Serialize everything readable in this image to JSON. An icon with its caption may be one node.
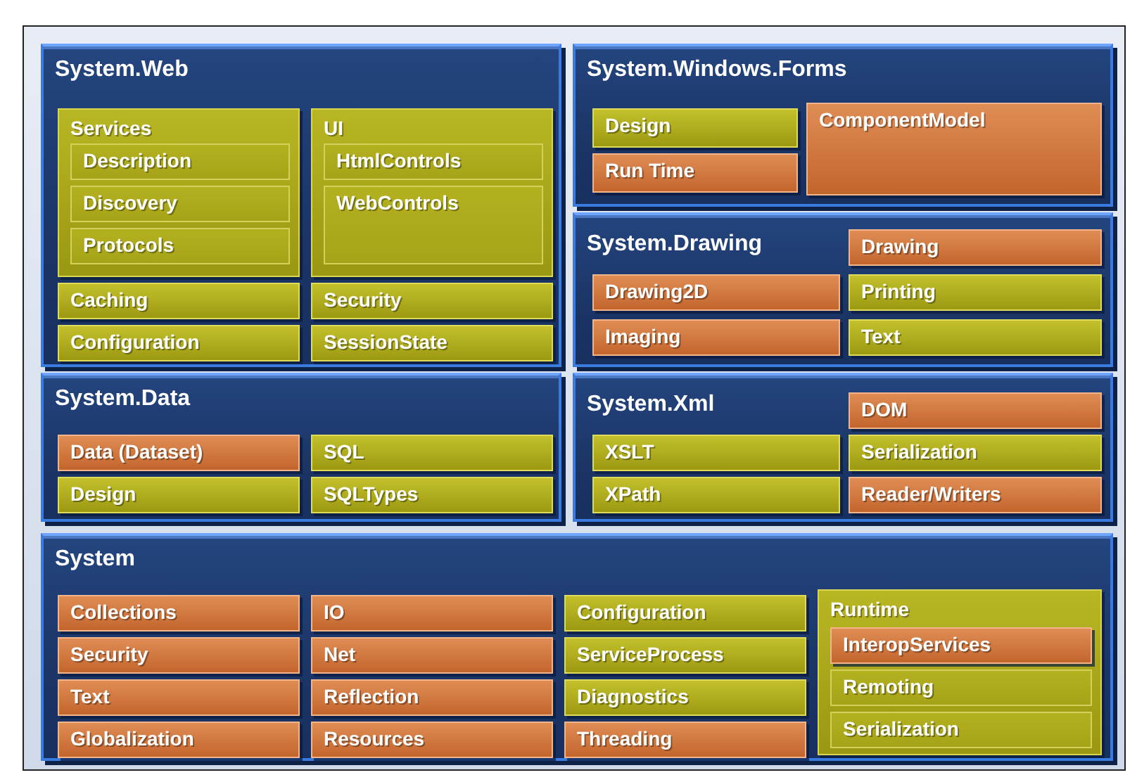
{
  "diagram": {
    "nodes": [
      {
        "text": [
          "System.Web"
        ]
      },
      {
        "text": [
          "Services"
        ],
        "in": 0
      },
      {
        "text": [
          "Description"
        ],
        "in": 1
      },
      {
        "text": [
          "Discovery"
        ],
        "in": 1
      },
      {
        "text": [
          "Protocols"
        ],
        "in": 1
      },
      {
        "text": [
          "UI"
        ],
        "in": 0
      },
      {
        "text": [
          "HtmlControls"
        ],
        "in": 5
      },
      {
        "text": [
          "WebControls"
        ],
        "in": 5
      },
      {
        "text": [
          "Caching"
        ],
        "in": 0
      },
      {
        "text": [
          "Security"
        ],
        "in": 0
      },
      {
        "text": [
          "Configuration"
        ],
        "in": 0
      },
      {
        "text": [
          "SessionState"
        ],
        "in": 0
      },
      {
        "text": [
          "System.Windows.Forms"
        ]
      },
      {
        "text": [
          "Design"
        ],
        "in": 12
      },
      {
        "text": [
          "ComponentModel"
        ],
        "in": 12
      },
      {
        "text": [
          "Run Time"
        ],
        "in": 12
      },
      {
        "text": [
          "System.Drawing"
        ]
      },
      {
        "text": [
          "Drawing"
        ],
        "in": 16
      },
      {
        "text": [
          "Drawing2D"
        ],
        "in": 16
      },
      {
        "text": [
          "Printing"
        ],
        "in": 16
      },
      {
        "text": [
          "Imaging"
        ],
        "in": 16
      },
      {
        "text": [
          "Text"
        ],
        "in": 16
      },
      {
        "text": [
          "System.Data"
        ]
      },
      {
        "text": [
          "Data (Dataset)"
        ],
        "in": 22
      },
      {
        "text": [
          "SQL"
        ],
        "in": 22
      },
      {
        "text": [
          "Design"
        ],
        "in": 22
      },
      {
        "text": [
          "SQLTypes"
        ],
        "in": 22
      },
      {
        "text": [
          "System.Xml"
        ]
      },
      {
        "text": [
          "DOM"
        ],
        "in": 27
      },
      {
        "text": [
          "XSLT"
        ],
        "in": 27
      },
      {
        "text": [
          "Serialization"
        ],
        "in": 27
      },
      {
        "text": [
          "XPath"
        ],
        "in": 27
      },
      {
        "text": [
          "Reader/Writers"
        ],
        "in": 27
      },
      {
        "text": [
          "System"
        ]
      },
      {
        "text": [
          "Collections"
        ],
        "in": 33
      },
      {
        "text": [
          "IO"
        ],
        "in": 33
      },
      {
        "text": [
          "Configuration"
        ],
        "in": 33
      },
      {
        "text": [
          "Runtime"
        ],
        "in": 33
      },
      {
        "text": [
          "InteropServices"
        ],
        "in": 37
      },
      {
        "text": [
          "Security"
        ],
        "in": 33
      },
      {
        "text": [
          "Net"
        ],
        "in": 33
      },
      {
        "text": [
          "ServiceProcess"
        ],
        "in": 33
      },
      {
        "text": [
          "Remoting"
        ],
        "in": 37
      },
      {
        "text": [
          "Text"
        ],
        "in": 33
      },
      {
        "text": [
          "Reflection"
        ],
        "in": 33
      },
      {
        "text": [
          "Diagnostics"
        ],
        "in": 33
      },
      {
        "text": [
          "Serialization"
        ],
        "in": 37
      },
      {
        "text": [
          "Globalization"
        ],
        "in": 33
      },
      {
        "text": [
          "Resources"
        ],
        "in": 33
      },
      {
        "text": [
          "Threading"
        ],
        "in": 33
      }
    ]
  }
}
